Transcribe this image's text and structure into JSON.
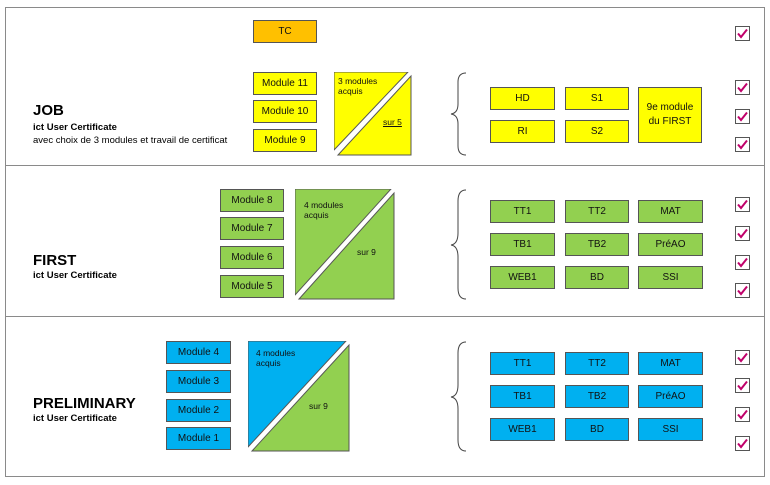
{
  "colors": {
    "yellow": "#ffff00",
    "green": "#92d050",
    "blue": "#00b0f0",
    "orange": "#ffc000",
    "check": "#c0006a"
  },
  "job": {
    "title": "JOB",
    "subtitle": "ict User Certificate",
    "line": "avec choix de 3 modules et travail de certificat",
    "tc": "TC",
    "modules": [
      "Module 11",
      "Module 10",
      "Module 9"
    ],
    "triangle_top": "3 modules acquis",
    "triangle_bottom": "sur 5",
    "items": [
      "HD",
      "S1",
      "RI",
      "S2"
    ],
    "ninth": "9e module du FIRST"
  },
  "first": {
    "title": "FIRST",
    "subtitle": "ict User Certificate",
    "modules": [
      "Module 8",
      "Module 7",
      "Module 6",
      "Module 5"
    ],
    "triangle_top": "4 modules acquis",
    "triangle_bottom": "sur 9",
    "items": [
      "TT1",
      "TT2",
      "MAT",
      "TB1",
      "TB2",
      "PréAO",
      "WEB1",
      "BD",
      "SSI"
    ]
  },
  "preliminary": {
    "title": "PRELIMINARY",
    "subtitle": "ict User Certificate",
    "modules": [
      "Module 4",
      "Module 3",
      "Module 2",
      "Module 1"
    ],
    "triangle_top": "4 modules acquis",
    "triangle_bottom": "sur 9",
    "items": [
      "TT1",
      "TT2",
      "MAT",
      "TB1",
      "TB2",
      "PréAO",
      "WEB1",
      "BD",
      "SSI"
    ]
  },
  "checkboxes": {
    "job": 4,
    "first": 4,
    "preliminary": 4
  }
}
